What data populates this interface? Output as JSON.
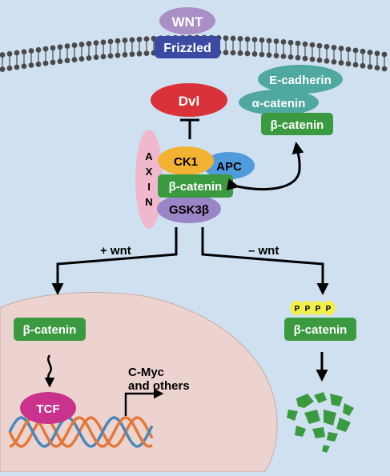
{
  "diagram": {
    "colors": {
      "background": "#cfe0f0",
      "membrane_head": "#4a4a4a",
      "wnt": "#a98fc6",
      "frizzled": "#3b4aa3",
      "dvl": "#d9323a",
      "ecadherin": "#4fa9a0",
      "catenin_green": "#3b9a3f",
      "ck1": "#f4b233",
      "apc": "#4f9bdc",
      "gsk3b": "#9a86c6",
      "axin": "#f0b8cc",
      "nucleus": "#ecd3cf",
      "tcf": "#c9338d",
      "dna_orange": "#e2783a",
      "dna_blue": "#4a88b8",
      "phosphate": "#f3ef4d",
      "degraded": "#3b9a3f"
    },
    "labels": {
      "wnt": "WNT",
      "frizzled": "Frizzled",
      "dvl": "Dvl",
      "ecadherin": "E-cadherin",
      "alpha_catenin": "α-catenin",
      "beta_catenin": "β-catenin",
      "axin_letters": [
        "A",
        "X",
        "I",
        "N"
      ],
      "ck1": "CK1",
      "apc": "APC",
      "gsk3b": "GSK3β",
      "plus_wnt": "+ wnt",
      "minus_wnt": "– wnt",
      "tcf": "TCF",
      "target_line1": "C-Myc",
      "target_line2": "and others",
      "phosphate": "P"
    }
  }
}
